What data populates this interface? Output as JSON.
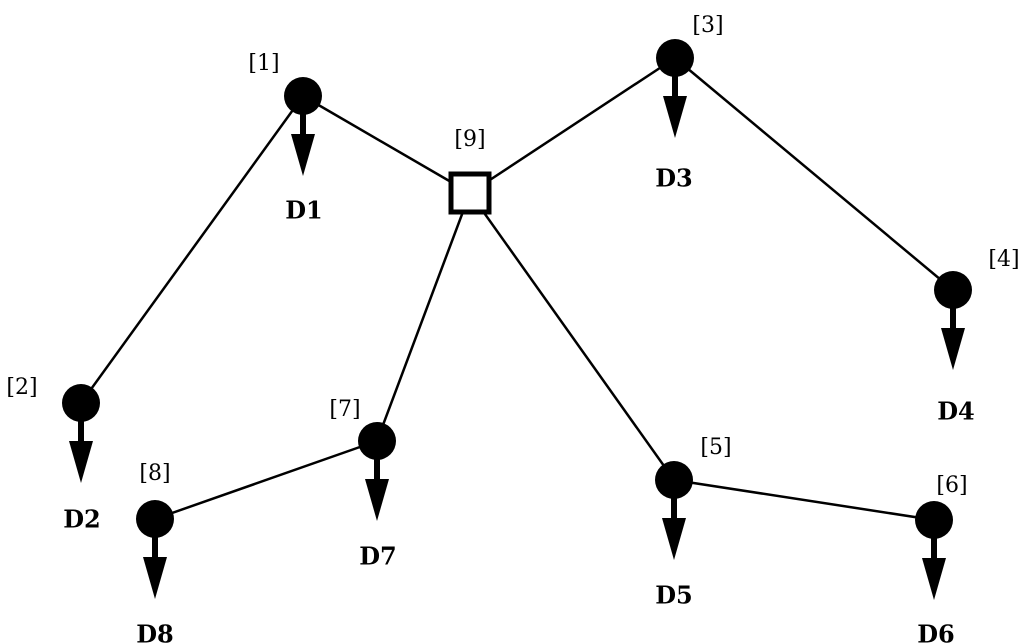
{
  "diagram": {
    "hub": {
      "label": "[9]"
    },
    "nodes": [
      {
        "id": "1",
        "label": "[1]",
        "demand": "D1"
      },
      {
        "id": "2",
        "label": "[2]",
        "demand": "D2"
      },
      {
        "id": "3",
        "label": "[3]",
        "demand": "D3"
      },
      {
        "id": "4",
        "label": "[4]",
        "demand": "D4"
      },
      {
        "id": "5",
        "label": "[5]",
        "demand": "D5"
      },
      {
        "id": "6",
        "label": "[6]",
        "demand": "D6"
      },
      {
        "id": "7",
        "label": "[7]",
        "demand": "D7"
      },
      {
        "id": "8",
        "label": "[8]",
        "demand": "D8"
      }
    ],
    "edges": [
      [
        "9",
        "1"
      ],
      [
        "1",
        "2"
      ],
      [
        "9",
        "3"
      ],
      [
        "3",
        "4"
      ],
      [
        "9",
        "7"
      ],
      [
        "7",
        "8"
      ],
      [
        "9",
        "5"
      ],
      [
        "5",
        "6"
      ]
    ]
  }
}
